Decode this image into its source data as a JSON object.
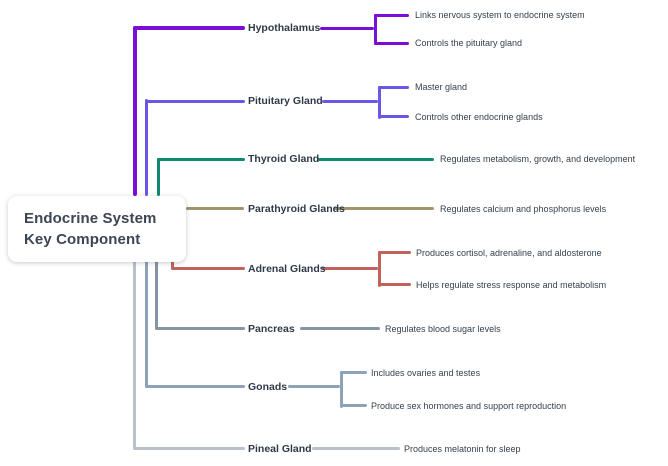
{
  "root": {
    "title_line1": "Endocrine System",
    "title_line2": "Key Component"
  },
  "branches": [
    {
      "label": "Hypothalamus",
      "color": "#7a0ed8",
      "children": [
        "Links nervous system to endocrine system",
        "Controls the pituitary gland"
      ]
    },
    {
      "label": "Pituitary Gland",
      "color": "#6858e8",
      "children": [
        "Master gland",
        "Controls other endocrine glands"
      ]
    },
    {
      "label": "Thyroid Gland",
      "color": "#0e8a70",
      "children": [
        "Regulates metabolism, growth, and development"
      ]
    },
    {
      "label": "Parathyroid Glands",
      "color": "#a3956b",
      "children": [
        "Regulates calcium and phosphorus levels"
      ]
    },
    {
      "label": "Adrenal Glands",
      "color": "#c2625c",
      "children": [
        "Produces cortisol, adrenaline, and aldosterone",
        "Helps regulate stress response and metabolism"
      ]
    },
    {
      "label": "Pancreas",
      "color": "#8695a2",
      "children": [
        "Regulates blood sugar levels"
      ]
    },
    {
      "label": "Gonads",
      "color": "#8fa3b8",
      "children": [
        "Includes ovaries and testes",
        "Produce sex hormones and support reproduction"
      ]
    },
    {
      "label": "Pineal Gland",
      "color": "#b9c2ca",
      "children": [
        "Produces melatonin for sleep"
      ]
    }
  ]
}
